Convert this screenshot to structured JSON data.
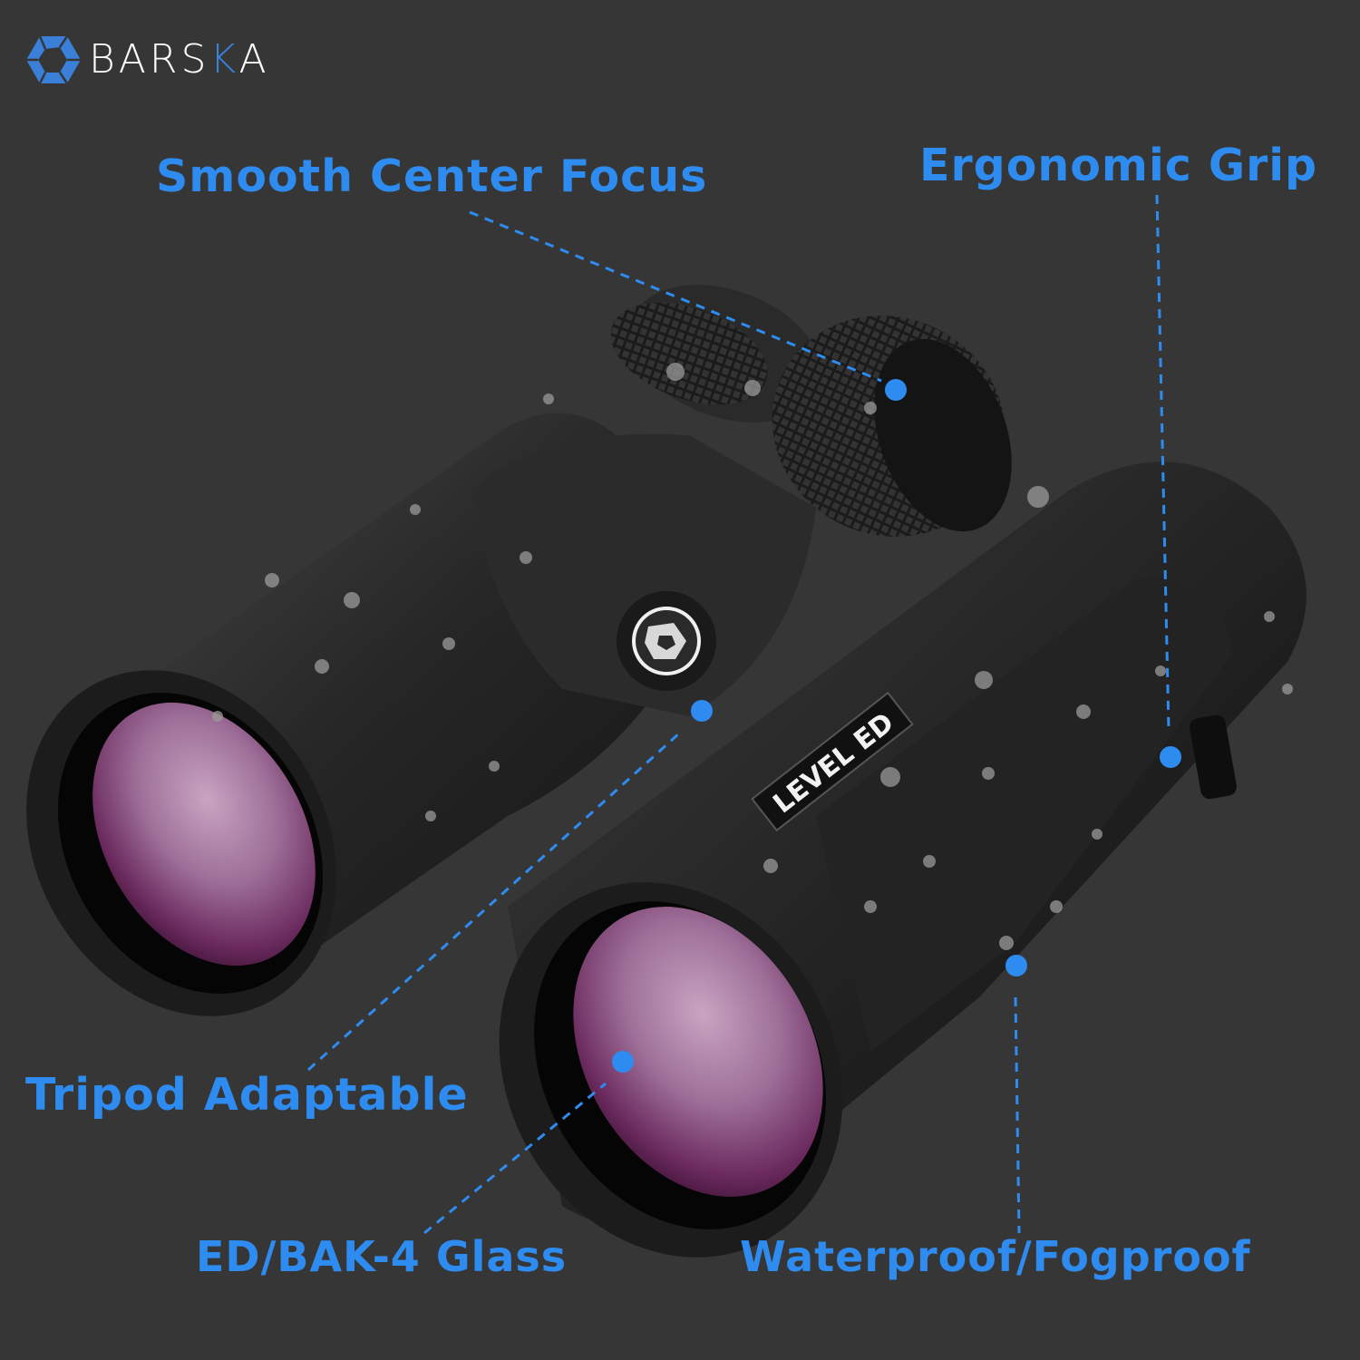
{
  "brand": {
    "name_prefix": "BARS",
    "name_accent": "K",
    "name_suffix": "A",
    "logo_icon": "aperture-hexagon-icon",
    "accent_color": "#3a7fd8"
  },
  "product": {
    "badge_text": "LEVEL ED",
    "hinge_emblem": "aperture-hexagon-icon"
  },
  "features": [
    {
      "label": "Smooth Center Focus",
      "target": "focus-wheel"
    },
    {
      "label": "Ergonomic Grip",
      "target": "body-armor-grip"
    },
    {
      "label": "Tripod Adaptable",
      "target": "hinge-tripod-socket"
    },
    {
      "label": "ED/BAK-4 Glass",
      "target": "objective-lens"
    },
    {
      "label": "Waterproof/Fogproof",
      "target": "rubber-armor"
    }
  ],
  "colors": {
    "background": "#363636",
    "callout_blue": "#2e8cf0",
    "lens_purple": "#7a2a6a"
  }
}
